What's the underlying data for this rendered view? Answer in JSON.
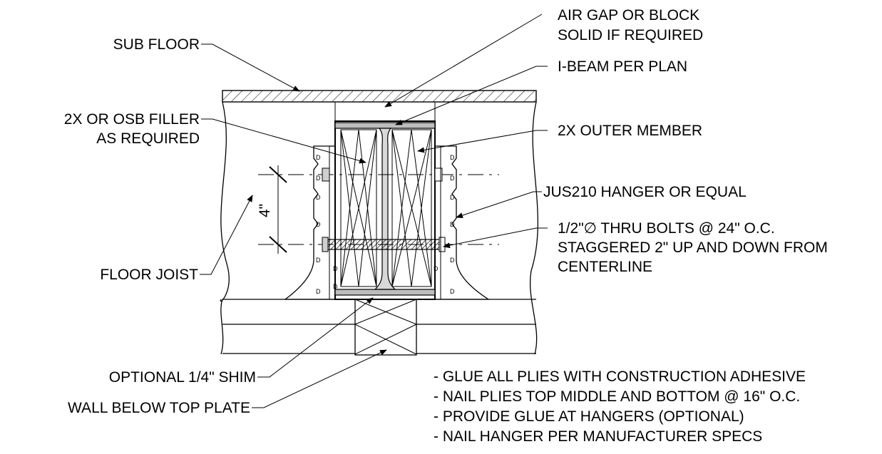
{
  "labels": {
    "air_gap_line1": "AIR GAP OR BLOCK",
    "air_gap_line2": "SOLID IF REQUIRED",
    "sub_floor": "SUB FLOOR",
    "i_beam": "I-BEAM PER PLAN",
    "filler_line1": "2X OR OSB FILLER",
    "filler_line2": "AS REQUIRED",
    "outer_member": "2X OUTER MEMBER",
    "hanger": "JUS210 HANGER OR EQUAL",
    "bolts_line1": "1/2\"∅ THRU BOLTS @ 24\" O.C.",
    "bolts_line2": "STAGGERED 2\" UP AND DOWN FROM",
    "bolts_line3": "CENTERLINE",
    "floor_joist": "FLOOR JOIST",
    "dimension": "4\"",
    "shim": "OPTIONAL 1/4\" SHIM",
    "wall": "WALL BELOW TOP PLATE"
  },
  "notes": [
    "- GLUE ALL PLIES WITH CONSTRUCTION ADHESIVE",
    "- NAIL PLIES TOP MIDDLE AND BOTTOM @ 16\" O.C.",
    "- PROVIDE GLUE AT HANGERS (OPTIONAL)",
    "- NAIL HANGER PER MANUFACTURER SPECS"
  ]
}
